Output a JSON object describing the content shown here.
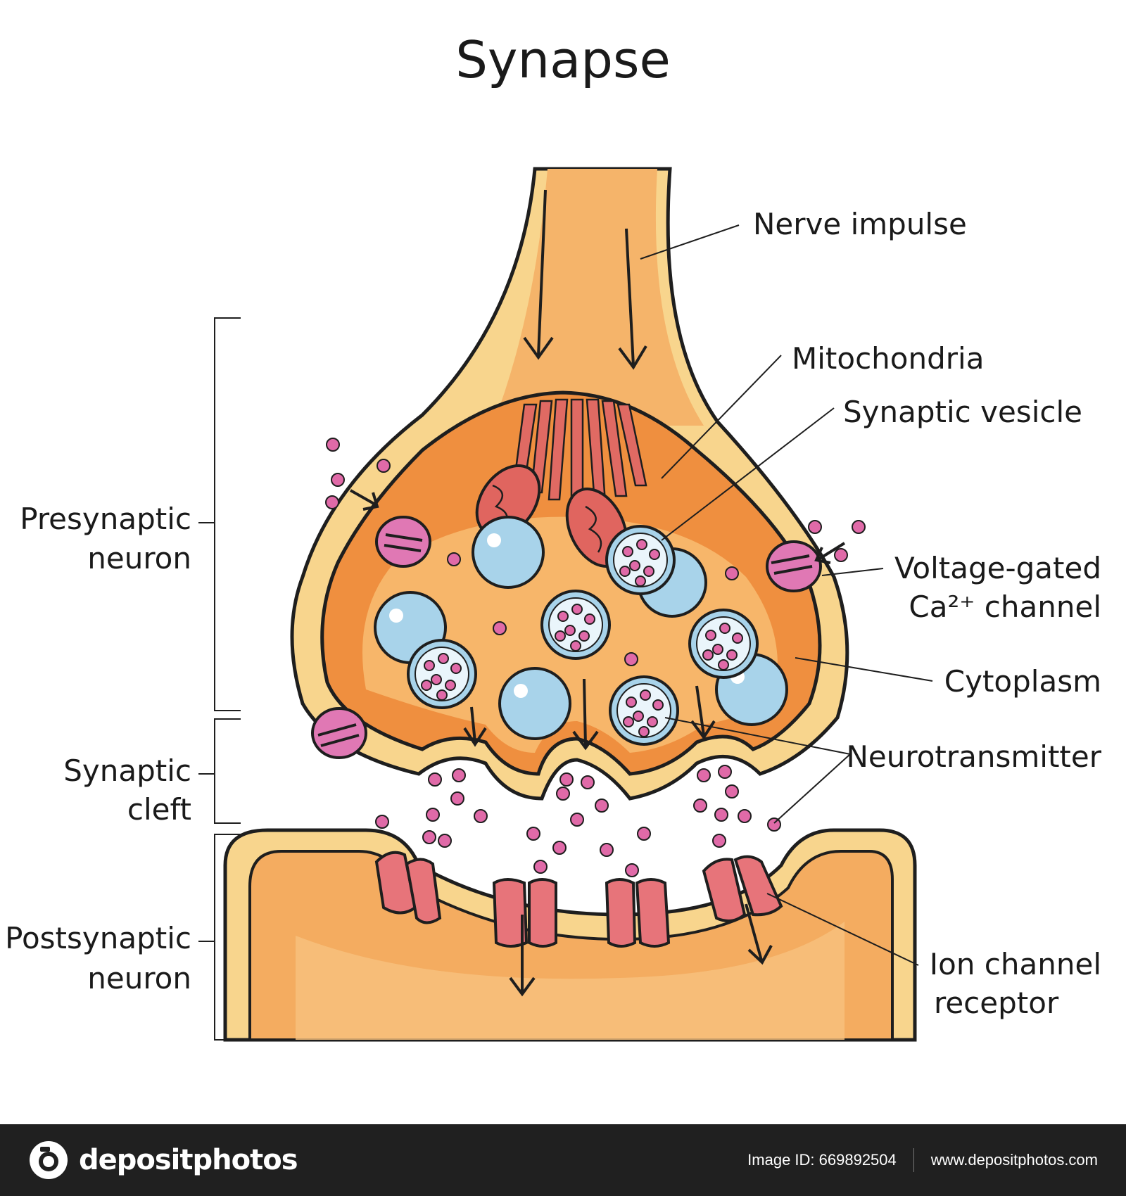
{
  "diagram": {
    "title": "Synapse",
    "labels": {
      "nerve_impulse": "Nerve impulse",
      "mitochondria": "Mitochondria",
      "synaptic_vesicle": "Synaptic vesicle",
      "voltage_gated_line1": "Voltage-gated",
      "voltage_gated_line2": "Ca²⁺ channel",
      "cytoplasm": "Cytoplasm",
      "neurotransmitter": "Neurotransmitter",
      "ion_channel_line1": "Ion channel",
      "ion_channel_line2": "receptor",
      "presynaptic_line1": "Presynaptic",
      "presynaptic_line2": "neuron",
      "synaptic_cleft_line1": "Synaptic",
      "synaptic_cleft_line2": "cleft",
      "postsynaptic_line1": "Postsynaptic",
      "postsynaptic_line2": "neuron"
    },
    "colors": {
      "membrane_outer": "#f8d58d",
      "body_fill": "#f5ae62",
      "inner_dark": "#ef8f3f",
      "inner_light": "#f7b76b",
      "vesicle_blue": "#a8d3ea",
      "mitochondria": "#e0655f",
      "channel_pink": "#e078b4",
      "neurotransmitter_dot": "#e06aa8",
      "receptor": "#e7747a"
    }
  },
  "footer": {
    "brand": "depositphotos",
    "image_id": "Image ID: 669892504",
    "website": "www.depositphotos.com"
  }
}
